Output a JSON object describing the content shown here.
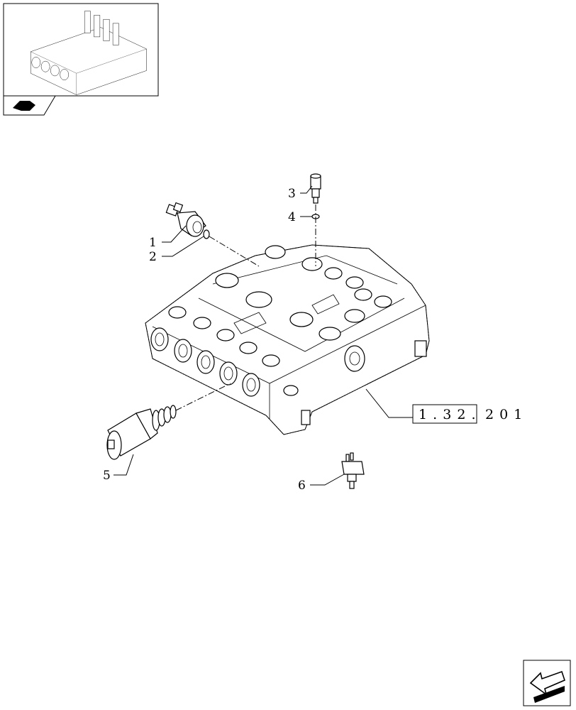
{
  "diagram": {
    "callouts": [
      {
        "id": "1",
        "label": "1"
      },
      {
        "id": "2",
        "label": "2"
      },
      {
        "id": "3",
        "label": "3"
      },
      {
        "id": "4",
        "label": "4"
      },
      {
        "id": "5",
        "label": "5"
      },
      {
        "id": "6",
        "label": "6"
      }
    ],
    "reference": {
      "boxed": "1 . 3 2 .",
      "suffix": "2   0 1"
    },
    "icons": {
      "thumbnail": "assembly-thumbnail-icon",
      "section_tab": "section-tab-icon",
      "next_page": "next-page-arrow-icon"
    }
  }
}
